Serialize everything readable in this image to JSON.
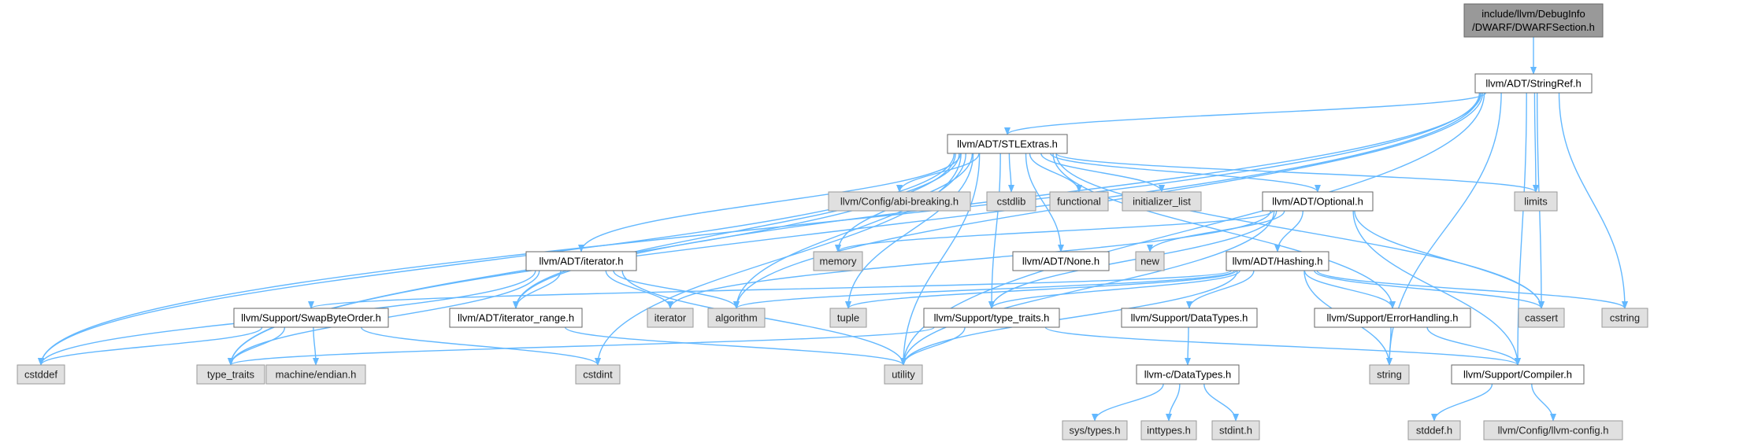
{
  "colors": {
    "edge": "#63b8ff",
    "root_fill": "#999999",
    "header_fill": "#ffffff",
    "system_fill": "#e0e0e0",
    "border": "#666666"
  },
  "nodes": [
    {
      "id": "root",
      "label": "include/llvm/DebugInfo\n/DWARF/DWARFSection.h",
      "kind": "root"
    },
    {
      "id": "stringref",
      "label": "llvm/ADT/StringRef.h",
      "kind": "hdr"
    },
    {
      "id": "stlextras",
      "label": "llvm/ADT/STLExtras.h",
      "kind": "hdr"
    },
    {
      "id": "abibreaking",
      "label": "llvm/Config/abi-breaking.h",
      "kind": "sys"
    },
    {
      "id": "cstdlib",
      "label": "cstdlib",
      "kind": "sys"
    },
    {
      "id": "functional",
      "label": "functional",
      "kind": "sys"
    },
    {
      "id": "initlist",
      "label": "initializer_list",
      "kind": "sys"
    },
    {
      "id": "optional",
      "label": "llvm/ADT/Optional.h",
      "kind": "hdr"
    },
    {
      "id": "limits",
      "label": "limits",
      "kind": "sys"
    },
    {
      "id": "memory",
      "label": "memory",
      "kind": "sys"
    },
    {
      "id": "none",
      "label": "llvm/ADT/None.h",
      "kind": "hdr"
    },
    {
      "id": "new",
      "label": "new",
      "kind": "sys"
    },
    {
      "id": "hashing",
      "label": "llvm/ADT/Hashing.h",
      "kind": "hdr"
    },
    {
      "id": "iterator_h",
      "label": "llvm/ADT/iterator.h",
      "kind": "hdr"
    },
    {
      "id": "swapbyteorder",
      "label": "llvm/Support/SwapByteOrder.h",
      "kind": "hdr"
    },
    {
      "id": "iterrange",
      "label": "llvm/ADT/iterator_range.h",
      "kind": "hdr"
    },
    {
      "id": "iterator",
      "label": "iterator",
      "kind": "sys"
    },
    {
      "id": "algorithm",
      "label": "algorithm",
      "kind": "sys"
    },
    {
      "id": "tuple",
      "label": "tuple",
      "kind": "sys"
    },
    {
      "id": "typetraits_h",
      "label": "llvm/Support/type_traits.h",
      "kind": "hdr"
    },
    {
      "id": "datatypes_h",
      "label": "llvm/Support/DataTypes.h",
      "kind": "hdr"
    },
    {
      "id": "errorhandling",
      "label": "llvm/Support/ErrorHandling.h",
      "kind": "hdr"
    },
    {
      "id": "cassert",
      "label": "cassert",
      "kind": "sys"
    },
    {
      "id": "cstring",
      "label": "cstring",
      "kind": "sys"
    },
    {
      "id": "cstddef",
      "label": "cstddef",
      "kind": "sys"
    },
    {
      "id": "type_traits",
      "label": "type_traits",
      "kind": "sys"
    },
    {
      "id": "machendian",
      "label": "machine/endian.h",
      "kind": "sys"
    },
    {
      "id": "cstdint",
      "label": "cstdint",
      "kind": "sys"
    },
    {
      "id": "utility",
      "label": "utility",
      "kind": "sys"
    },
    {
      "id": "cdatatypes",
      "label": "llvm-c/DataTypes.h",
      "kind": "hdr"
    },
    {
      "id": "string",
      "label": "string",
      "kind": "sys"
    },
    {
      "id": "compiler",
      "label": "llvm/Support/Compiler.h",
      "kind": "hdr"
    },
    {
      "id": "systypes",
      "label": "sys/types.h",
      "kind": "sys"
    },
    {
      "id": "inttypes",
      "label": "inttypes.h",
      "kind": "sys"
    },
    {
      "id": "stdint",
      "label": "stdint.h",
      "kind": "sys"
    },
    {
      "id": "stddef",
      "label": "stddef.h",
      "kind": "sys"
    },
    {
      "id": "llvmconfig",
      "label": "llvm/Config/llvm-config.h",
      "kind": "sys"
    }
  ],
  "edges": [
    [
      "root",
      "stringref"
    ],
    [
      "stringref",
      "stlextras"
    ],
    [
      "stringref",
      "limits"
    ],
    [
      "stringref",
      "cassert"
    ],
    [
      "stringref",
      "cstring"
    ],
    [
      "stringref",
      "cstddef"
    ],
    [
      "stringref",
      "type_traits"
    ],
    [
      "stringref",
      "algorithm"
    ],
    [
      "stringref",
      "utility"
    ],
    [
      "stringref",
      "string"
    ],
    [
      "stringref",
      "compiler"
    ],
    [
      "stringref",
      "iterrange"
    ],
    [
      "stlextras",
      "abibreaking"
    ],
    [
      "stlextras",
      "cstdlib"
    ],
    [
      "stlextras",
      "functional"
    ],
    [
      "stlextras",
      "initlist"
    ],
    [
      "stlextras",
      "optional"
    ],
    [
      "stlextras",
      "limits"
    ],
    [
      "stlextras",
      "memory"
    ],
    [
      "stlextras",
      "none"
    ],
    [
      "stlextras",
      "iterator_h"
    ],
    [
      "stlextras",
      "iterrange"
    ],
    [
      "stlextras",
      "algorithm"
    ],
    [
      "stlextras",
      "tuple"
    ],
    [
      "stlextras",
      "typetraits_h"
    ],
    [
      "stlextras",
      "errorhandling"
    ],
    [
      "stlextras",
      "cassert"
    ],
    [
      "stlextras",
      "cstddef"
    ],
    [
      "stlextras",
      "type_traits"
    ],
    [
      "stlextras",
      "utility"
    ],
    [
      "stlextras",
      "cstdint"
    ],
    [
      "optional",
      "hashing"
    ],
    [
      "optional",
      "new"
    ],
    [
      "optional",
      "cassert"
    ],
    [
      "optional",
      "compiler"
    ],
    [
      "optional",
      "typetraits_h"
    ],
    [
      "optional",
      "utility"
    ],
    [
      "optional",
      "memory"
    ],
    [
      "optional",
      "iterator"
    ],
    [
      "hashing",
      "swapbyteorder"
    ],
    [
      "hashing",
      "typetraits_h"
    ],
    [
      "hashing",
      "datatypes_h"
    ],
    [
      "hashing",
      "errorhandling"
    ],
    [
      "hashing",
      "cassert"
    ],
    [
      "hashing",
      "cstring"
    ],
    [
      "hashing",
      "string"
    ],
    [
      "hashing",
      "tuple"
    ],
    [
      "hashing",
      "utility"
    ],
    [
      "hashing",
      "algorithm"
    ],
    [
      "iterator_h",
      "iterrange"
    ],
    [
      "iterator_h",
      "iterator"
    ],
    [
      "iterator_h",
      "algorithm"
    ],
    [
      "iterator_h",
      "cstddef"
    ],
    [
      "iterator_h",
      "type_traits"
    ],
    [
      "iterator_h",
      "utility"
    ],
    [
      "swapbyteorder",
      "cstddef"
    ],
    [
      "swapbyteorder",
      "type_traits"
    ],
    [
      "swapbyteorder",
      "machendian"
    ],
    [
      "swapbyteorder",
      "cstdint"
    ],
    [
      "iterrange",
      "utility"
    ],
    [
      "typetraits_h",
      "type_traits"
    ],
    [
      "typetraits_h",
      "utility"
    ],
    [
      "typetraits_h",
      "compiler"
    ],
    [
      "datatypes_h",
      "cdatatypes"
    ],
    [
      "errorhandling",
      "string"
    ],
    [
      "errorhandling",
      "compiler"
    ],
    [
      "cdatatypes",
      "systypes"
    ],
    [
      "cdatatypes",
      "inttypes"
    ],
    [
      "cdatatypes",
      "stdint"
    ],
    [
      "compiler",
      "stddef"
    ],
    [
      "compiler",
      "llvmconfig"
    ]
  ]
}
